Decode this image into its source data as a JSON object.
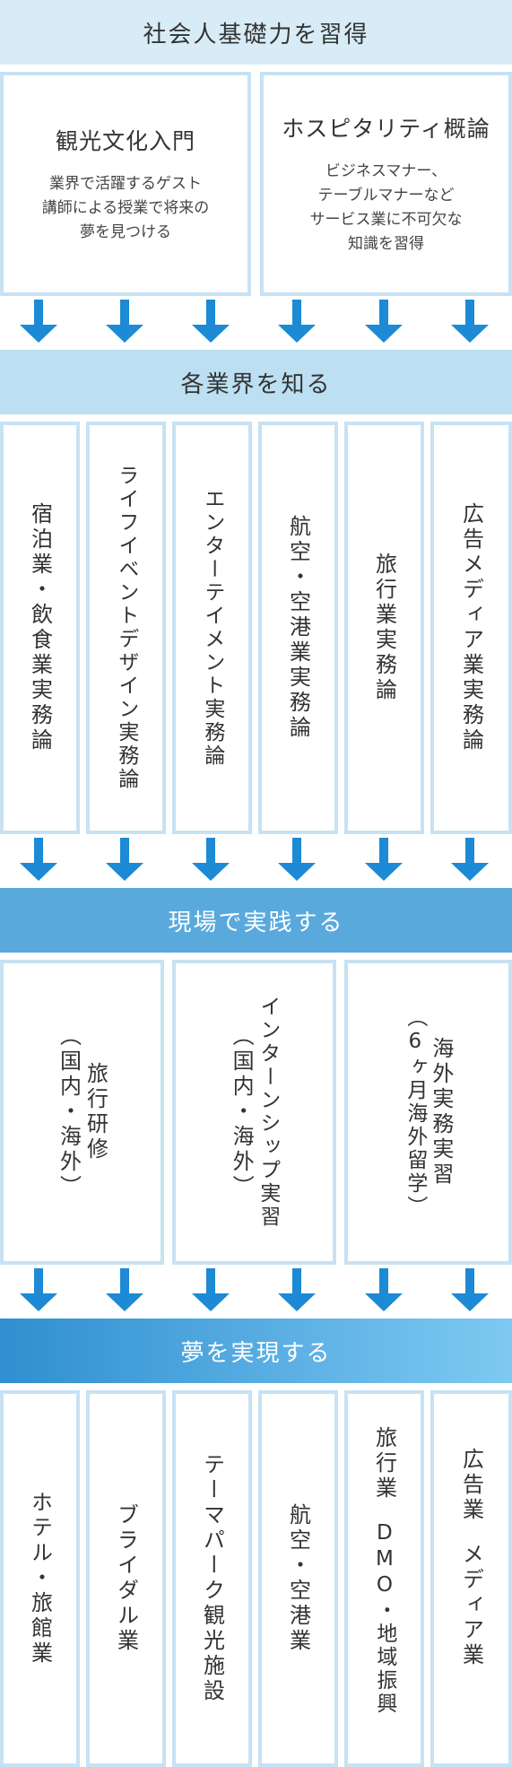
{
  "banners": [
    "社会人基礎力を習得",
    "各業界を知る",
    "現場で実践する",
    "夢を実現する"
  ],
  "foundation": [
    {
      "title": "観光文化入門",
      "desc": [
        "業界で活躍するゲスト",
        "講師による授業で将来の",
        "夢を見つける"
      ]
    },
    {
      "title": "ホスピタリティ概論",
      "desc": [
        "ビジネスマナー、",
        "テーブルマナーなど",
        "サービス業に不可欠な",
        "知識を習得"
      ]
    }
  ],
  "industries": [
    "宿泊業・飲食業実務論",
    "ライフイベントデザイン実務論",
    "エンターテイメント実務論",
    "航空・空港業実務論",
    "旅行業実務論",
    "広告メディア業実務論"
  ],
  "practice": [
    {
      "main": "旅行研修",
      "sub": "（国内・海外）"
    },
    {
      "main": "インターンシップ実習",
      "sub": "（国内・海外）"
    },
    {
      "main": "海外実務実習",
      "sub": "（6ヶ月海外留学）"
    }
  ],
  "careers": [
    [
      "ホテル・旅館業"
    ],
    [
      "ブライダル業"
    ],
    [
      "テーマパーク観光施設"
    ],
    [
      "航空・空港業"
    ],
    [
      "旅行業",
      "DMO・地域振興"
    ],
    [
      "広告業",
      "メディア業"
    ]
  ],
  "colors": {
    "arrow": "#1c8ad4",
    "box_border": "#c7e2f3"
  }
}
